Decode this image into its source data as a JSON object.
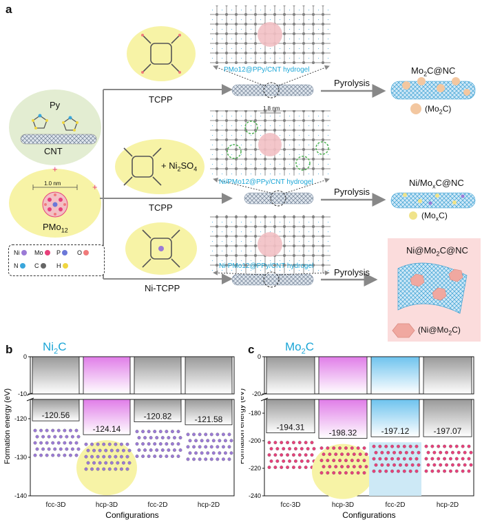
{
  "panel_a": {
    "letter": "a",
    "precursor_top": {
      "py": "Py",
      "cnt": "CNT"
    },
    "precursor_bottom": {
      "pmo": "PMo",
      "pmo_sub": "12",
      "size": "1.0 nm"
    },
    "plus": "+",
    "legend": [
      {
        "sym": "Ni",
        "color": "#9b7ad6"
      },
      {
        "sym": "Mo",
        "color": "#e8407a"
      },
      {
        "sym": "P",
        "color": "#6b78d8"
      },
      {
        "sym": "O",
        "color": "#f07a7a"
      },
      {
        "sym": "N",
        "color": "#3aa6dc"
      },
      {
        "sym": "C",
        "color": "#666666"
      },
      {
        "sym": "H",
        "color": "#f0d640"
      }
    ],
    "route1": {
      "reagent": "TCPP",
      "hydrogel": "PMo12@PPy/CNT hydrogel",
      "step": "Pyrolysis",
      "product": "Mo2C@NC",
      "product_note": "(Mo2C)"
    },
    "route2": {
      "reagent": "TCPP",
      "additive": "+ Ni2SO4",
      "pore": "1.8 nm",
      "hydrogel": "Ni/PMo12@PPy/CNT hydrogel",
      "step": "Pyrolysis",
      "product": "Ni/MoxC@NC",
      "product_note": "(MoxC)"
    },
    "route3": {
      "reagent": "Ni-TCPP",
      "hydrogel": "Ni-PMo12@PPy/CNT hydrogel",
      "step": "Pyrolysis",
      "product": "Ni@Mo2C@NC",
      "product_note": "(Ni@Mo2C)"
    }
  },
  "chart_data": [
    {
      "type": "bar",
      "panel": "b",
      "title": "Ni2C",
      "xlabel": "Configurations",
      "ylabel": "Formation energy (eV)",
      "categories": [
        "fcc-3D",
        "hcp-3D",
        "fcc-2D",
        "hcp-2D"
      ],
      "values": [
        -120.56,
        -124.14,
        -120.82,
        -121.58
      ],
      "value_labels": [
        "-120.56",
        "-124.14",
        "-120.82",
        "-121.58"
      ],
      "yticks_upper": [
        "0",
        "-10"
      ],
      "yticks_lower": [
        "-120",
        "-130",
        "-140"
      ],
      "highlight": "hcp-3D"
    },
    {
      "type": "bar",
      "panel": "c",
      "title": "Mo2C",
      "xlabel": "Configurations",
      "ylabel": "Formation energy (eV)",
      "categories": [
        "fcc-3D",
        "hcp-3D",
        "fcc-2D",
        "hcp-2D"
      ],
      "values": [
        -194.31,
        -198.32,
        -197.12,
        -197.07
      ],
      "value_labels": [
        "-194.31",
        "-198.32",
        "-197.12",
        "-197.07"
      ],
      "yticks_upper": [
        "0",
        "-20"
      ],
      "yticks_lower": [
        "-180",
        "-200",
        "-220",
        "-240"
      ],
      "highlight": "hcp-3D"
    }
  ]
}
